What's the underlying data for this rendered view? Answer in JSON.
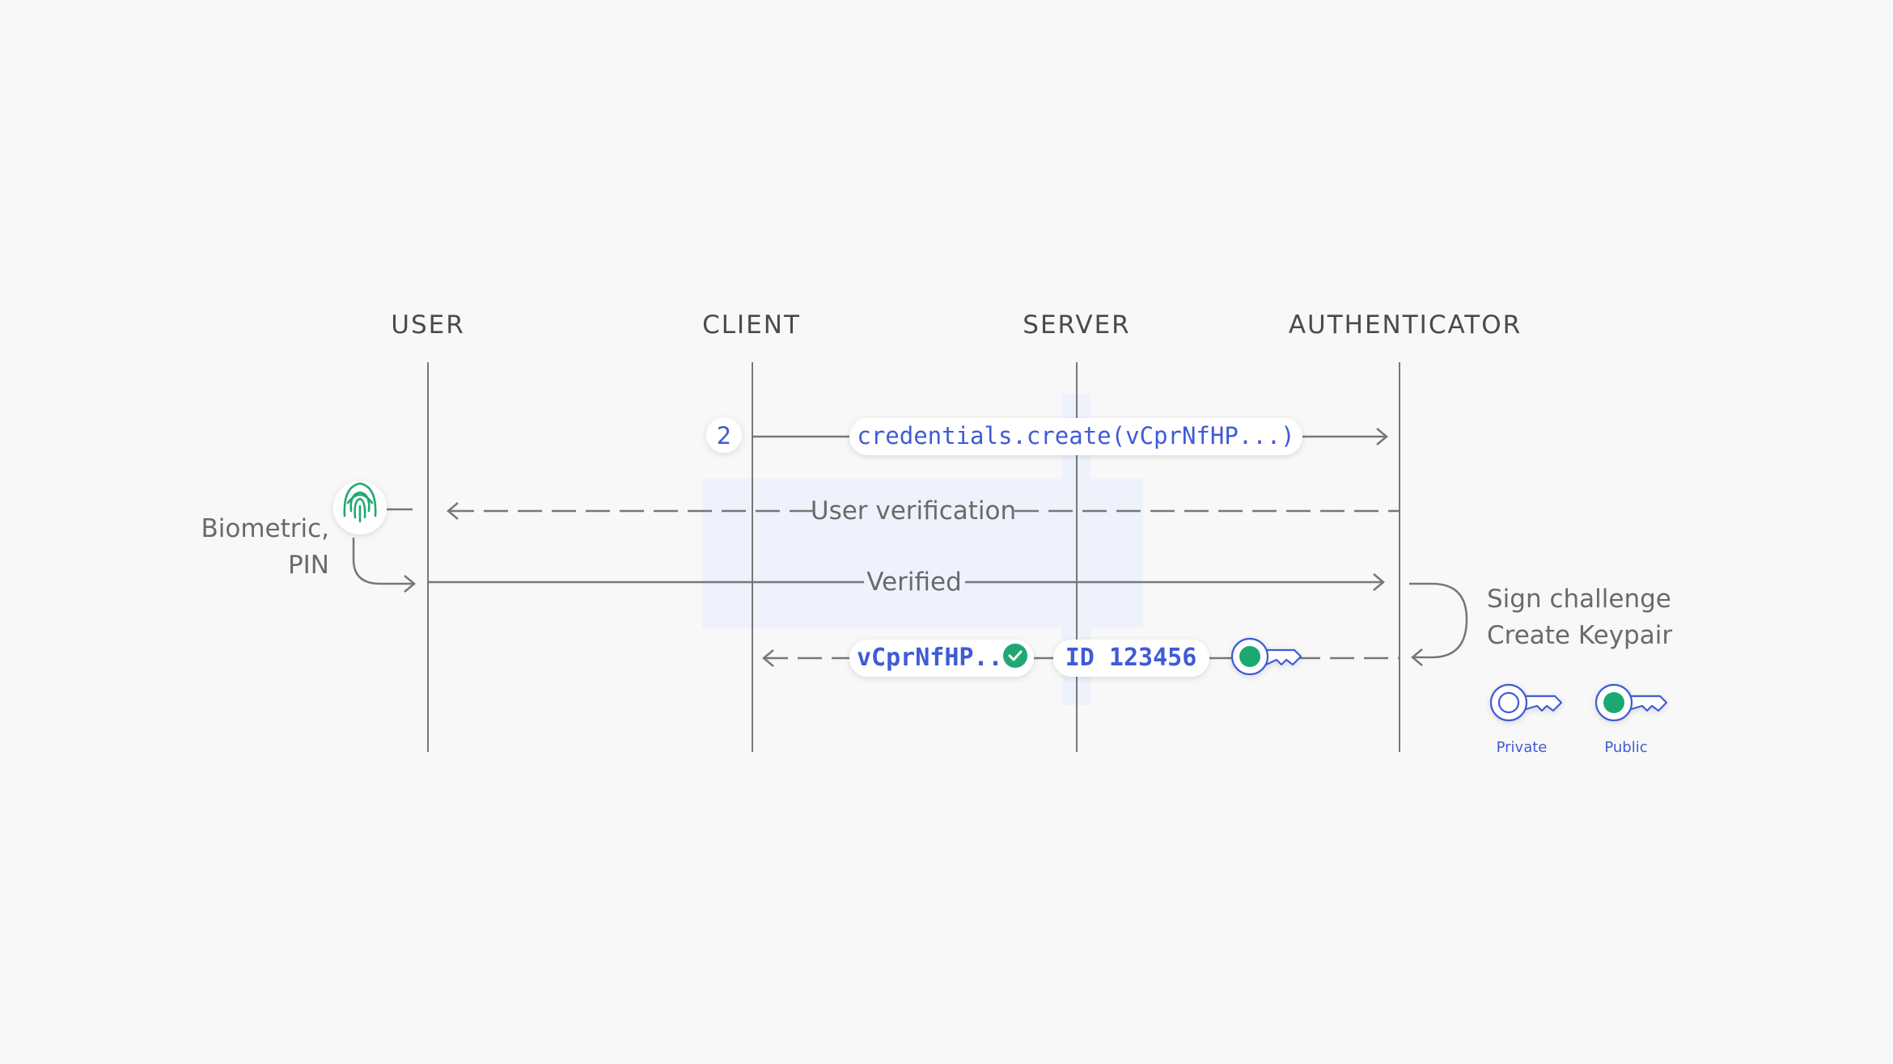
{
  "lanes": {
    "user": "USER",
    "client": "CLIENT",
    "server": "SERVER",
    "authenticator": "AUTHENTICATOR"
  },
  "step_number": "2",
  "messages": {
    "create_call": "credentials.create(vCprNfHP...)",
    "user_verification": "User verification",
    "verified": "Verified",
    "challenge_token": "vCprNfHP...",
    "credential_id": "ID 123456"
  },
  "user_side": {
    "line1": "Biometric,",
    "line2": "PIN"
  },
  "authenticator_side": {
    "line1": "Sign challenge",
    "line2": "Create Keypair"
  },
  "keys": {
    "private_label": "Private",
    "public_label": "Public"
  },
  "icons": {
    "fingerprint": "fingerprint-icon",
    "check": "check-circle-icon",
    "key": "key-icon"
  },
  "colors": {
    "accent_blue": "#3f5bd6",
    "accent_green": "#1fa971",
    "line_gray": "#707070",
    "highlight": "#eef2fd"
  }
}
